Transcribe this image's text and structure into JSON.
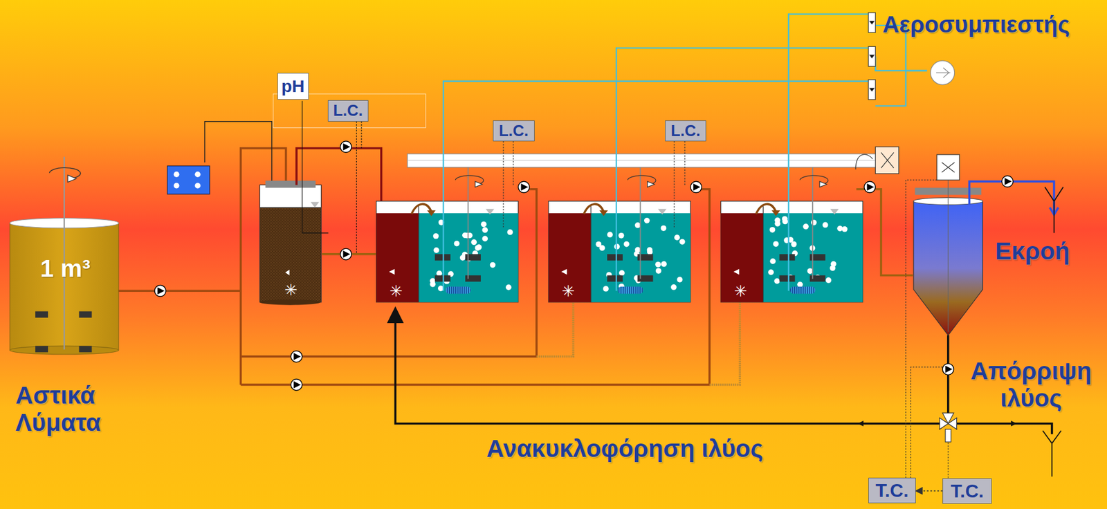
{
  "diagram": {
    "nodes": [
      {
        "text": [
          "pH"
        ]
      },
      {
        "text": [
          "L.C."
        ]
      },
      {
        "text": [
          "L.C."
        ]
      },
      {
        "text": [
          "L.C."
        ]
      },
      {
        "text": [
          "1 m³"
        ]
      },
      {
        "text": [
          "T.C."
        ]
      },
      {
        "text": [
          "T.C."
        ]
      }
    ],
    "edges": [
      {
        "from": 6,
        "to": 5,
        "arrow": "to"
      }
    ],
    "labels": [
      "Αεροσυμπιεστής",
      "Εκροή",
      "Αστικά Λύματα",
      "Απόρριψη ιλύος",
      "Ανακυκλοφόρηση ιλύος"
    ]
  }
}
